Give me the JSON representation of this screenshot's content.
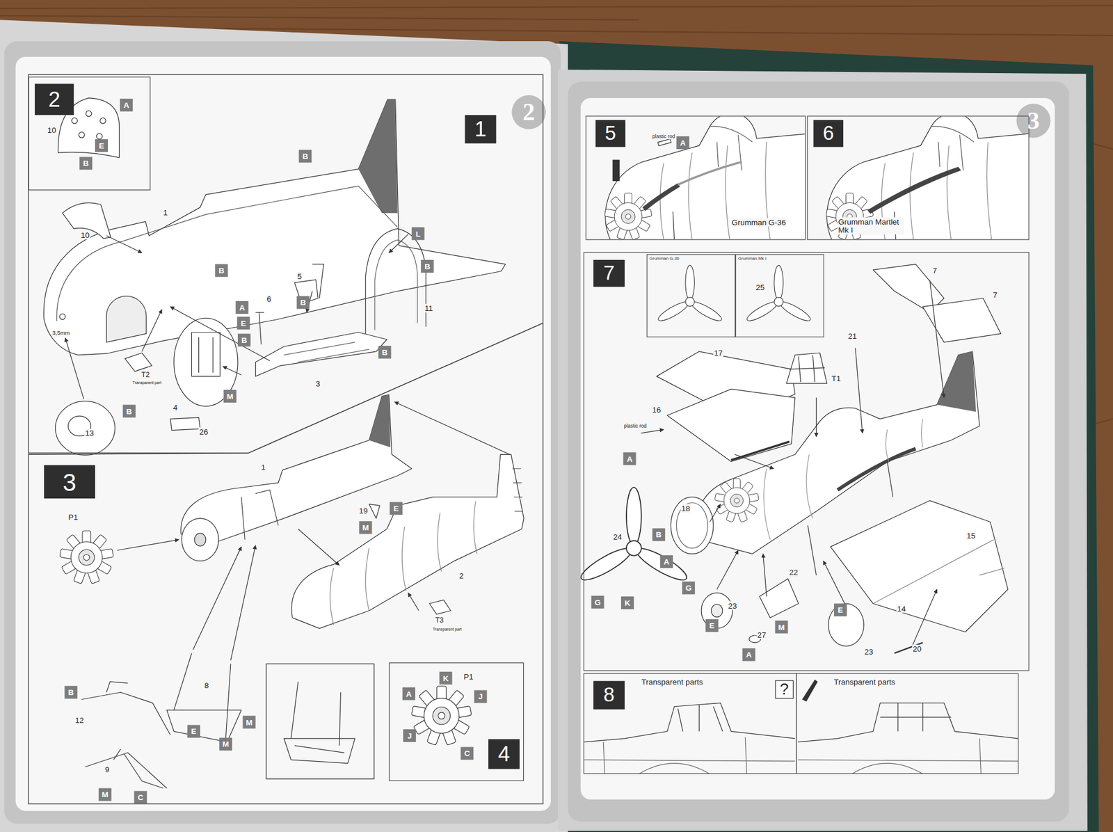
{
  "diagram": {
    "nodes": [
      {
        "text": [
          "1"
        ]
      },
      {
        "text": [
          "2"
        ],
        "in": 0
      },
      {
        "text": [
          "A"
        ],
        "in": 1
      },
      {
        "text": [
          "E"
        ],
        "in": 1
      },
      {
        "text": [
          "B"
        ],
        "in": 1
      },
      {
        "text": [
          "B"
        ],
        "in": 0
      },
      {
        "text": [
          "B"
        ],
        "in": 0
      },
      {
        "text": [
          "A"
        ],
        "in": 0
      },
      {
        "text": [
          "E"
        ],
        "in": 0
      },
      {
        "text": [
          "B"
        ],
        "in": 0
      },
      {
        "text": [
          "B"
        ],
        "in": 0
      },
      {
        "text": [
          "L"
        ],
        "in": 0
      },
      {
        "text": [
          "B"
        ],
        "in": 0
      },
      {
        "text": [
          "B"
        ],
        "in": 0
      },
      {
        "text": [
          "M"
        ],
        "in": 0
      },
      {
        "text": [
          "B"
        ],
        "in": 0
      },
      {
        "text": [
          "3"
        ]
      },
      {
        "text": [
          "E"
        ],
        "in": 16
      },
      {
        "text": [
          "M"
        ],
        "in": 16
      },
      {
        "text": [
          "B"
        ],
        "in": 16
      },
      {
        "text": [
          "E"
        ],
        "in": 16
      },
      {
        "text": [
          "M"
        ],
        "in": 16
      },
      {
        "text": [
          "M"
        ],
        "in": 16
      },
      {
        "text": [
          "M"
        ],
        "in": 16
      },
      {
        "text": [
          "C"
        ],
        "in": 16
      },
      {
        "text": [
          "4"
        ],
        "in": 16
      },
      {
        "text": [
          "A"
        ],
        "in": 25
      },
      {
        "text": [
          "K"
        ],
        "in": 25
      },
      {
        "text": [
          "J"
        ],
        "in": 25
      },
      {
        "text": [
          "J"
        ],
        "in": 25
      },
      {
        "text": [
          "C"
        ],
        "in": 25
      },
      {
        "text": [
          "5"
        ]
      },
      {
        "text": [
          "A"
        ],
        "in": 31
      },
      {
        "text": [
          "6"
        ]
      },
      {
        "text": [
          "7"
        ]
      },
      {
        "text": [
          "Grumman G-36"
        ],
        "in": 34
      },
      {
        "text": [
          "Grumman Mk I"
        ],
        "in": 34
      },
      {
        "text": [
          "A"
        ],
        "in": 34
      },
      {
        "text": [
          "B"
        ],
        "in": 34
      },
      {
        "text": [
          "A"
        ],
        "in": 34
      },
      {
        "text": [
          "G"
        ],
        "in": 34
      },
      {
        "text": [
          "G"
        ],
        "in": 34
      },
      {
        "text": [
          "K"
        ],
        "in": 34
      },
      {
        "text": [
          "E"
        ],
        "in": 34
      },
      {
        "text": [
          "M"
        ],
        "in": 34
      },
      {
        "text": [
          "A"
        ],
        "in": 34
      },
      {
        "text": [
          "E"
        ],
        "in": 34
      },
      {
        "text": [
          "8"
        ]
      },
      {
        "text": [
          "?"
        ],
        "in": 47
      }
    ],
    "labels": [
      "2",
      "10",
      "1",
      "10",
      "5",
      "6",
      "11",
      "3,5mm",
      "T2",
      "Transparent part",
      "4",
      "3",
      "13",
      "26",
      "1",
      "P1",
      "19",
      "2",
      "T3",
      "Transparent part",
      "8",
      "12",
      "9",
      "P1",
      "3",
      "plastic rod",
      "Grumman G-36",
      "Grumman Martlet Mk I",
      "25",
      "7",
      "7",
      "17",
      "21",
      "T1",
      "16",
      "plastic rod",
      "18",
      "24",
      "15",
      "22",
      "23",
      "14",
      "27",
      "23",
      "20",
      "Transparent parts",
      "Transparent parts"
    ]
  }
}
